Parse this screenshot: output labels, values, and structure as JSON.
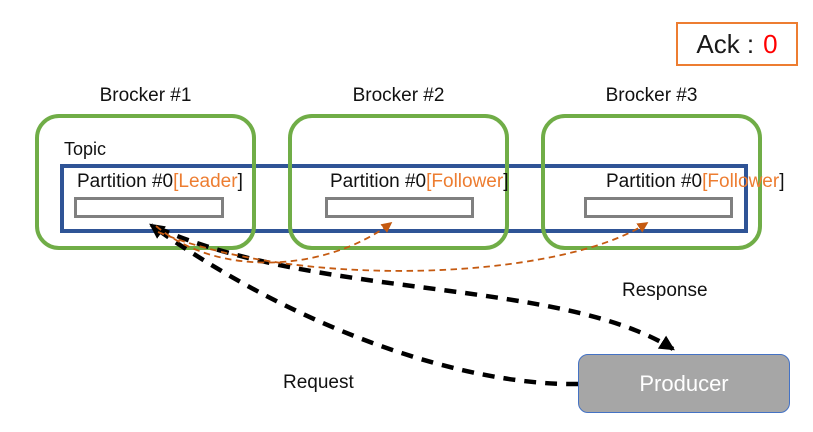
{
  "ack": {
    "label": "Ack :",
    "value": "0"
  },
  "topic": {
    "label": "Topic"
  },
  "brokers": [
    {
      "title": "Brocker #1",
      "partition_name": "Partition #0",
      "role": "[Leader",
      "bracket": "]"
    },
    {
      "title": "Brocker #2",
      "partition_name": "Partition #0",
      "role": "[Follower",
      "bracket": "]"
    },
    {
      "title": "Brocker #3",
      "partition_name": "Partition #0",
      "role": "[Follower",
      "bracket": "]"
    }
  ],
  "producer": {
    "label": "Producer"
  },
  "flows": {
    "request_label": "Request",
    "response_label": "Response"
  },
  "colors": {
    "broker_border": "#70AD47",
    "topic_box_border": "#2F5496",
    "partition_slot_border": "#808080",
    "role_text": "#ED7D31",
    "ack_border": "#ED7D31",
    "ack_value": "#FF0000",
    "replication_arrow": "#C55A11",
    "message_arrow": "#000000",
    "producer_fill": "#A6A6A6",
    "producer_border": "#4472C4"
  }
}
